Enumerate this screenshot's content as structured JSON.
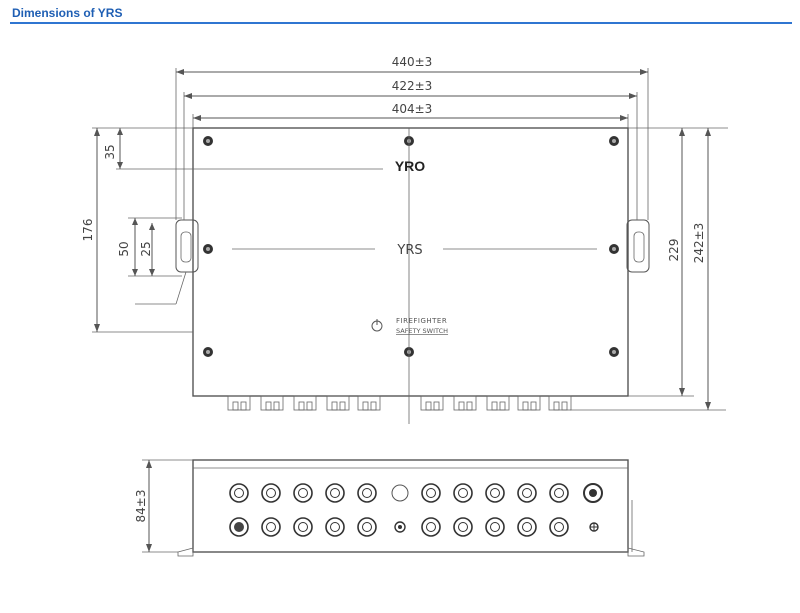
{
  "header": {
    "title": "Dimensions of YRS"
  },
  "top_view": {
    "logo": "YRO",
    "model": "YRS",
    "switch_line1": "FIREFIGHTER",
    "switch_line2": "SAFETY SWITCH"
  },
  "dimensions": {
    "w440": "440±3",
    "w422": "422±3",
    "w404": "404±3",
    "h35": "35",
    "h176": "176",
    "h50": "50",
    "h25": "25",
    "h229": "229",
    "h242": "242±3",
    "h84": "84±3"
  },
  "colors": {
    "header": "#1f5fb4",
    "rule": "#2f75d1",
    "line": "#555555"
  },
  "icons": [
    "screw-icon",
    "power-icon",
    "connector-icon",
    "cable-gland-icon",
    "vent-plug-icon"
  ]
}
